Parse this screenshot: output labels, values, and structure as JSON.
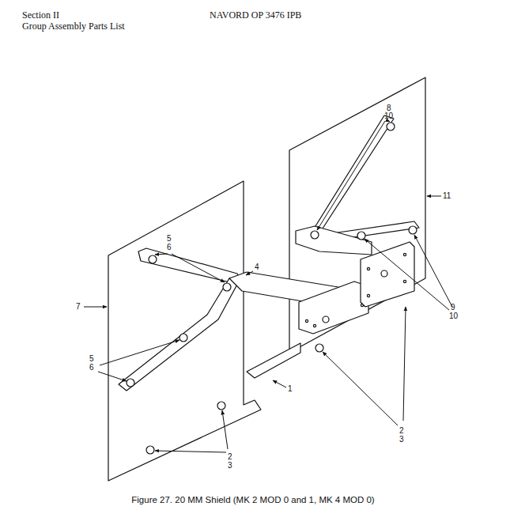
{
  "diagram": {
    "caption": "Figure 27.  20 MM Shield (MK 2 MOD 0 and 1, MK 4 MOD 0)",
    "labels": [
      "Section II",
      "Group Assembly Parts List",
      "NAVORD OP 3476 IPB",
      "8",
      "10",
      "11",
      "5",
      "6",
      "4",
      "9",
      "10",
      "7",
      "5",
      "6",
      "2",
      "3",
      "1",
      "2",
      "3"
    ]
  }
}
